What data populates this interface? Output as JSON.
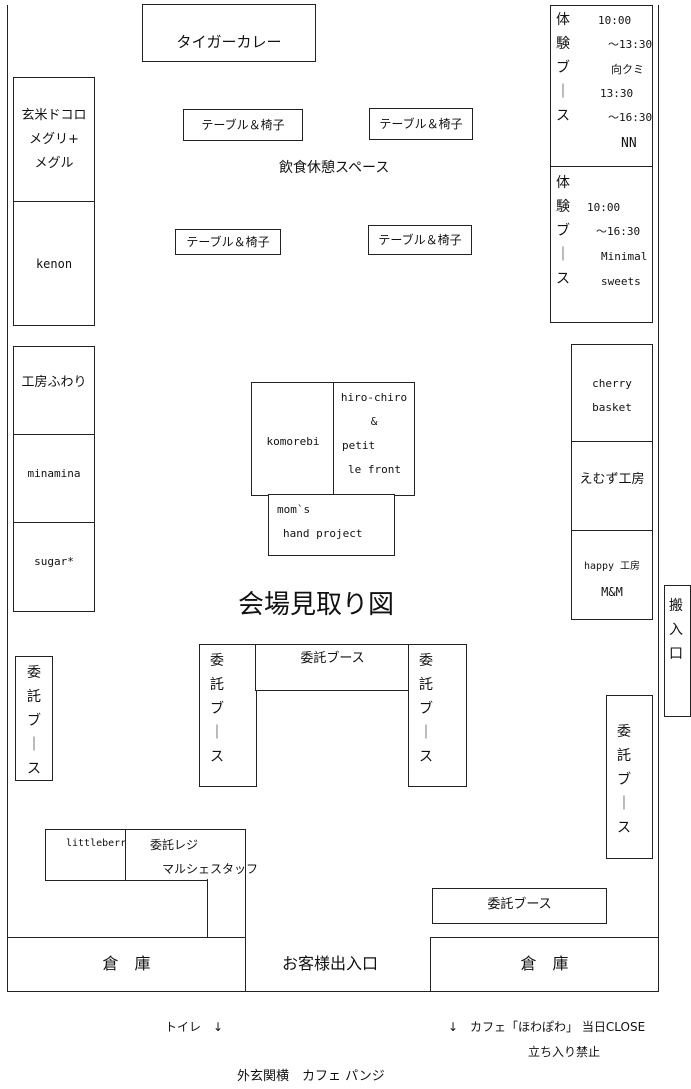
{
  "title": "会場見取り図",
  "top": {
    "tiger": "タイガーカレー",
    "eating_space": "飲食休憩スペース",
    "table": "テーブル＆椅子"
  },
  "left": {
    "genmai_1": "玄米ドコロ",
    "genmai_2": "メグリ+",
    "genmai_3": "メグル",
    "kenon": "kenon",
    "fuwari": "工房ふわり",
    "minamina": "minamina",
    "sugar": "sugar*",
    "itaku_v": "委託ブース"
  },
  "center": {
    "komorebi": "komorebi",
    "hiro1": "hiro-chiro",
    "hiro2": "&",
    "hiro3": "petit",
    "hiro4": "le front",
    "moms1": "mom`s",
    "moms2": "hand  project",
    "itaku_booth": "委託ブース",
    "itaku_v": "委託ブース"
  },
  "right": {
    "taiken1": {
      "label": "体験ブース",
      "l1": "10:00",
      "l2": "～13:30",
      "l3": "向クミ",
      "l4": "13:30",
      "l5": "～16:30",
      "l6": "NN"
    },
    "taiken2": {
      "label": "体験ブース",
      "l1": "10:00",
      "l2": "～16:30",
      "l3": "Minimal",
      "l4": "sweets"
    },
    "cherry1": "cherry",
    "cherry2": "basket",
    "emuzu": "えむず工房",
    "happy1": "happy 工房",
    "happy2": "M&M",
    "hannyu": "搬入口",
    "itaku_v": "委託ブース",
    "itaku_h": "委託ブース"
  },
  "bottom": {
    "littleberry": "littleberry",
    "register": "委託レジ",
    "staff": "マルシェスタッフ",
    "souko": "倉　庫",
    "entrance": "お客様出入口"
  },
  "footer": {
    "toilet": "トイレ　↓",
    "cafe": "↓　カフェ「ほわぽわ」 当日CLOSE",
    "no_entry": "立ち入り禁止",
    "bottom_line": "外玄関横　カフェ パンジ"
  }
}
